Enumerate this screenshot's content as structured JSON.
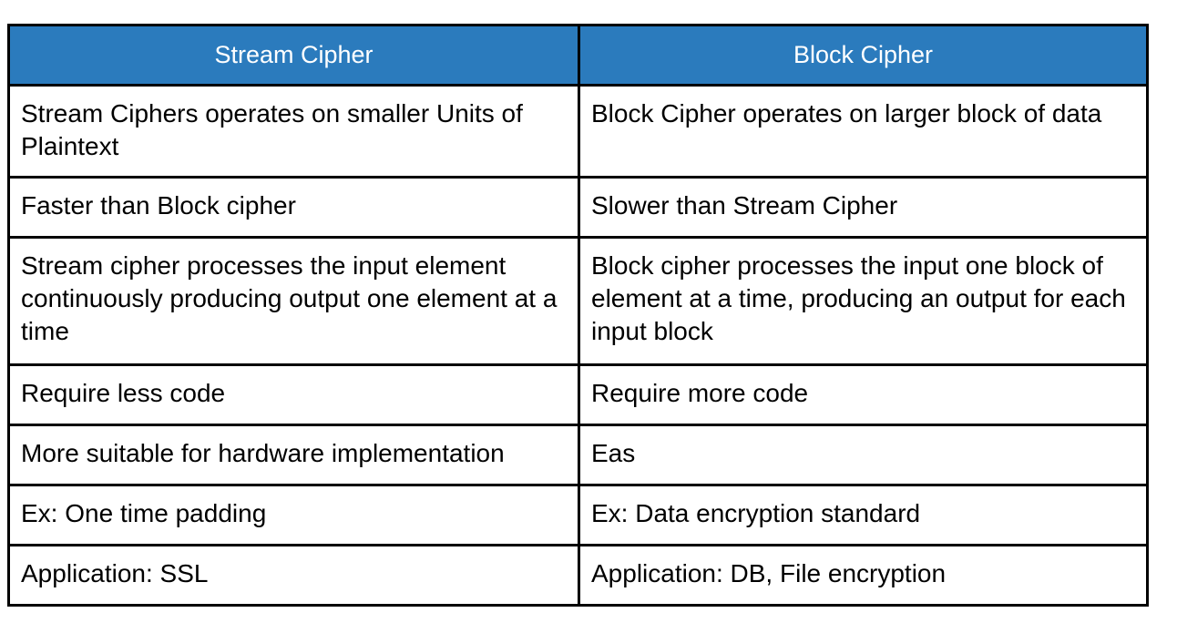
{
  "table": {
    "title": "Stream Cipher vs Block Cipher comparison table",
    "accent_color": "#2b7bbd",
    "header_text_color": "#ffffff",
    "border_color": "#000000",
    "body_text_color": "#000000",
    "columns": [
      {
        "label": "Stream Cipher"
      },
      {
        "label": "Block Cipher"
      }
    ],
    "rows": [
      {
        "height_class": "row-h2",
        "cells": [
          "Stream Ciphers operates on smaller Units of Plaintext",
          "Block Cipher operates on larger block of data"
        ]
      },
      {
        "height_class": "row-h1",
        "cells": [
          "Faster than Block cipher",
          "Slower than Stream Cipher"
        ]
      },
      {
        "height_class": "row-h3",
        "cells": [
          "Stream cipher processes the input element continuously producing output one element at a time",
          "Block cipher processes the input one block of element at a time, producing an output for each input block"
        ]
      },
      {
        "height_class": "row-h1",
        "cells": [
          "Require less code",
          "Require more code"
        ]
      },
      {
        "height_class": "row-h1",
        "cells": [
          "More suitable for hardware implementation",
          "Eas"
        ]
      },
      {
        "height_class": "row-h1",
        "cells": [
          "Ex: One time padding",
          "Ex: Data encryption standard"
        ]
      },
      {
        "height_class": "row-h1",
        "cells": [
          "Application: SSL",
          "Application: DB, File encryption"
        ]
      }
    ]
  }
}
